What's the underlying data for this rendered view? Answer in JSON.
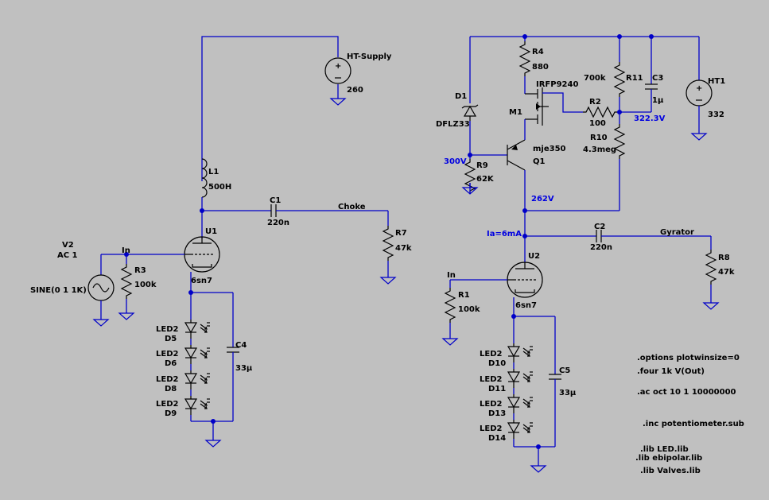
{
  "components": {
    "ht_supply": {
      "name": "HT-Supply",
      "value": "260"
    },
    "l1": {
      "name": "L1",
      "value": "500H"
    },
    "c1": {
      "name": "C1",
      "value": "220n"
    },
    "choke_label": "Choke",
    "r7": {
      "name": "R7",
      "value": "47k"
    },
    "u1": {
      "name": "U1",
      "value": "6sn7"
    },
    "v2": {
      "name": "V2",
      "ac": "AC 1",
      "sine": "SINE(0 1 1K)"
    },
    "in1": "In",
    "r3": {
      "name": "R3",
      "value": "100k"
    },
    "c4": {
      "name": "C4",
      "value": "33µ"
    },
    "leds_left": [
      {
        "type": "LED2",
        "name": "D5"
      },
      {
        "type": "LED2",
        "name": "D6"
      },
      {
        "type": "LED2",
        "name": "D8"
      },
      {
        "type": "LED2",
        "name": "D9"
      }
    ],
    "r4": {
      "name": "R4",
      "value": "880"
    },
    "d1": {
      "name": "D1",
      "value": "DFLZ33"
    },
    "m1": {
      "name": "M1",
      "value": "IRFP9240"
    },
    "r2": {
      "name": "R2",
      "value": "100"
    },
    "r11": {
      "name": "R11",
      "value": "700k"
    },
    "c3": {
      "name": "C3",
      "value": "1µ"
    },
    "ht1": {
      "name": "HT1",
      "value": "332"
    },
    "r10": {
      "name": "R10",
      "value": "4.3meg"
    },
    "q1": {
      "name": "Q1",
      "value": "mje350"
    },
    "r9": {
      "name": "R9",
      "value": "62K"
    },
    "c2": {
      "name": "C2",
      "value": "220n"
    },
    "gyrator_label": "Gyrator",
    "r8": {
      "name": "R8",
      "value": "47k"
    },
    "u2": {
      "name": "U2",
      "value": "6sn7"
    },
    "in2": "In",
    "r1": {
      "name": "R1",
      "value": "100k"
    },
    "c5": {
      "name": "C5",
      "value": "33µ"
    },
    "leds_right": [
      {
        "type": "LED2",
        "name": "D10"
      },
      {
        "type": "LED2",
        "name": "D11"
      },
      {
        "type": "LED2",
        "name": "D13"
      },
      {
        "type": "LED2",
        "name": "D14"
      }
    ]
  },
  "node_voltages": {
    "v300": "300V",
    "v322": "322.3V",
    "v262": "262V",
    "ia": "Ia=6mA"
  },
  "directives": [
    ".options plotwinsize=0",
    ".four 1k V(Out)",
    ".ac oct 10 1 10000000",
    ".inc potentiometer.sub",
    ".lib LED.lib",
    ".lib ebipolar.lib",
    ".lib Valves.lib"
  ]
}
